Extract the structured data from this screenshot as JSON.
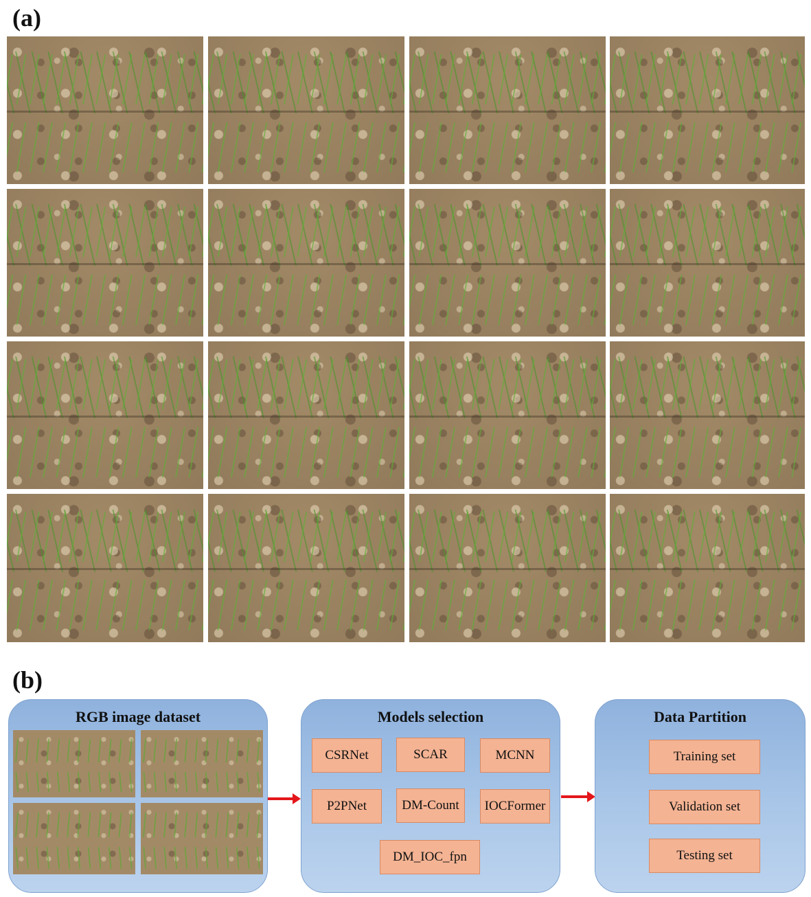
{
  "panel_a": {
    "label": "(a)"
  },
  "panel_b": {
    "label": "(b)",
    "dataset_box": {
      "title": "RGB image dataset"
    },
    "models_box": {
      "title": "Models selection",
      "models": [
        "CSRNet",
        "SCAR",
        "MCNN",
        "P2PNet",
        "DM-Count",
        "IOCFormer",
        "DM_IOC_fpn"
      ]
    },
    "partition_box": {
      "title": "Data Partition",
      "sets": [
        "Training set",
        "Validation set",
        "Testing set"
      ]
    }
  },
  "colors": {
    "box_fill": "#a9c6e8",
    "chip_fill": "#f4b393",
    "arrow": "#e3171b"
  }
}
